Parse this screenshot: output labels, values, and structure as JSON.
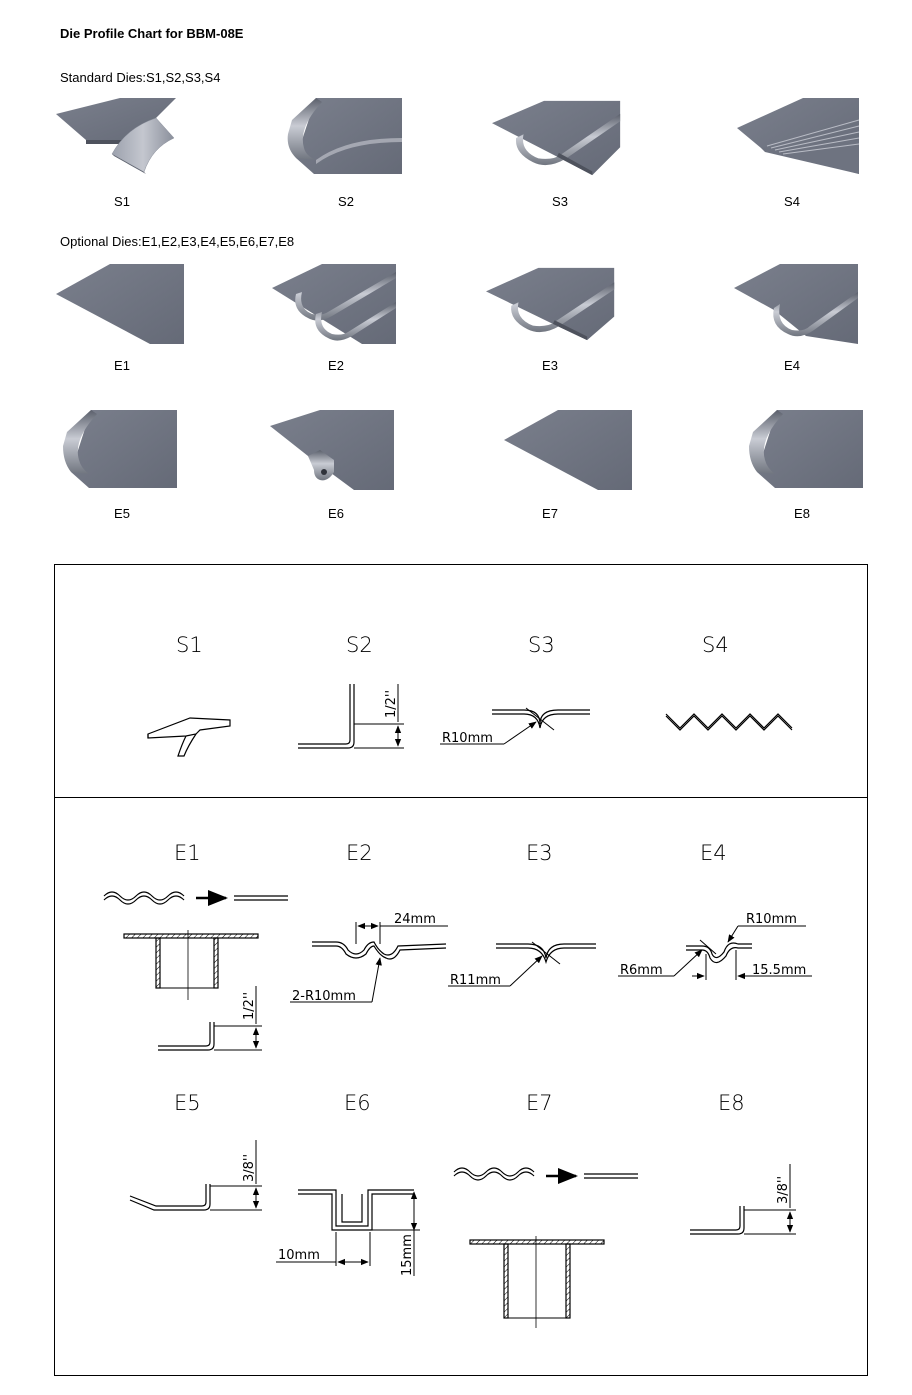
{
  "page": {
    "title": "Die Profile Chart for BBM-08E",
    "standard_label": "Standard Dies:S1,S2,S3,S4",
    "optional_label": "Optional Dies:E1,E2,E3,E4,E5,E6,E7,E8"
  },
  "colors": {
    "metal_dark": "#5f6472",
    "metal_mid": "#7e8391",
    "metal_light": "#a6abb7",
    "highlight": "#d4d7de"
  },
  "thumbnails": {
    "s1": "S1",
    "s2": "S2",
    "s3": "S3",
    "s4": "S4",
    "e1": "E1",
    "e2": "E2",
    "e3": "E3",
    "e4": "E4",
    "e5": "E5",
    "e6": "E6",
    "e7": "E7",
    "e8": "E8"
  },
  "drawings": {
    "s1": {
      "title": "S1"
    },
    "s2": {
      "title": "S2",
      "height": "1/2''"
    },
    "s3": {
      "title": "S3",
      "radius": "R10mm"
    },
    "s4": {
      "title": "S4"
    },
    "e1": {
      "title": "E1",
      "height": "1/2''"
    },
    "e2": {
      "title": "E2",
      "width": "24mm",
      "radius": "2-R10mm"
    },
    "e3": {
      "title": "E3",
      "radius": "R11mm"
    },
    "e4": {
      "title": "E4",
      "radius_top": "R10mm",
      "radius_left": "R6mm",
      "width": "15.5mm"
    },
    "e5": {
      "title": "E5",
      "height": "3/8''"
    },
    "e6": {
      "title": "E6",
      "width": "10mm",
      "height": "15mm"
    },
    "e7": {
      "title": "E7"
    },
    "e8": {
      "title": "E8",
      "height": "3/8''"
    }
  }
}
